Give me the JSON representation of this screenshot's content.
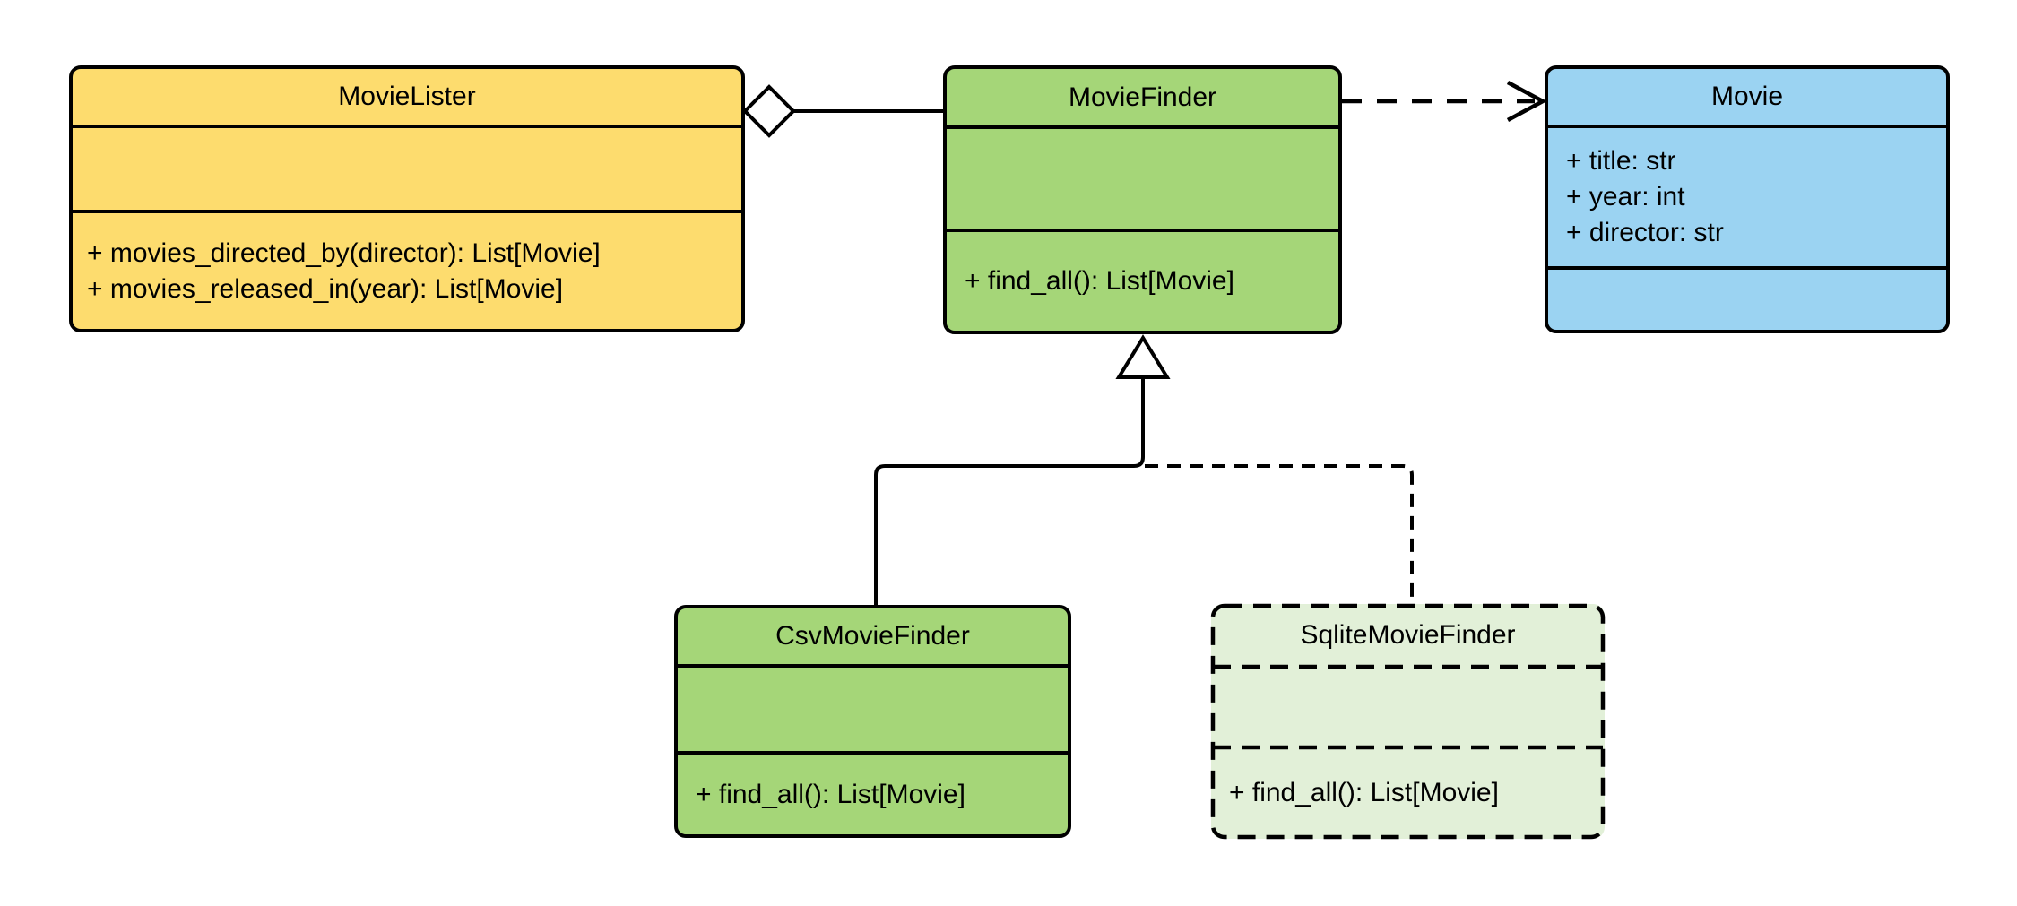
{
  "colors": {
    "background": "#ffffff",
    "stroke": "#000000",
    "yellow": "#FDDC6E",
    "green": "#A5D678",
    "blue": "#9BD3F2",
    "pale_green": "#E2F0D8"
  },
  "classes": {
    "movie_lister": {
      "name": "MovieLister",
      "attributes": [],
      "methods": [
        "+ movies_directed_by(director): List[Movie]",
        "+ movies_released_in(year): List[Movie]"
      ],
      "fill": "#FDDC6E"
    },
    "movie_finder": {
      "name": "MovieFinder",
      "attributes": [],
      "methods": [
        "+ find_all(): List[Movie]"
      ],
      "fill": "#A5D678"
    },
    "movie": {
      "name": "Movie",
      "attributes": [
        "+ title: str",
        "+ year: int",
        "+ director: str"
      ],
      "methods": [],
      "fill": "#9BD3F2"
    },
    "csv_movie_finder": {
      "name": "CsvMovieFinder",
      "attributes": [],
      "methods": [
        "+ find_all(): List[Movie]"
      ],
      "fill": "#A5D678"
    },
    "sqlite_movie_finder": {
      "name": "SqliteMovieFinder",
      "attributes": [],
      "methods": [
        "+ find_all(): List[Movie]"
      ],
      "fill": "#E2F0D8"
    }
  },
  "relationships": [
    {
      "type": "aggregation",
      "from": "MovieLister",
      "to": "MovieFinder",
      "style": "solid"
    },
    {
      "type": "dependency",
      "from": "MovieFinder",
      "to": "Movie",
      "style": "dashed"
    },
    {
      "type": "inheritance",
      "from": "CsvMovieFinder",
      "to": "MovieFinder",
      "style": "solid"
    },
    {
      "type": "inheritance",
      "from": "SqliteMovieFinder",
      "to": "MovieFinder",
      "style": "dashed"
    }
  ]
}
